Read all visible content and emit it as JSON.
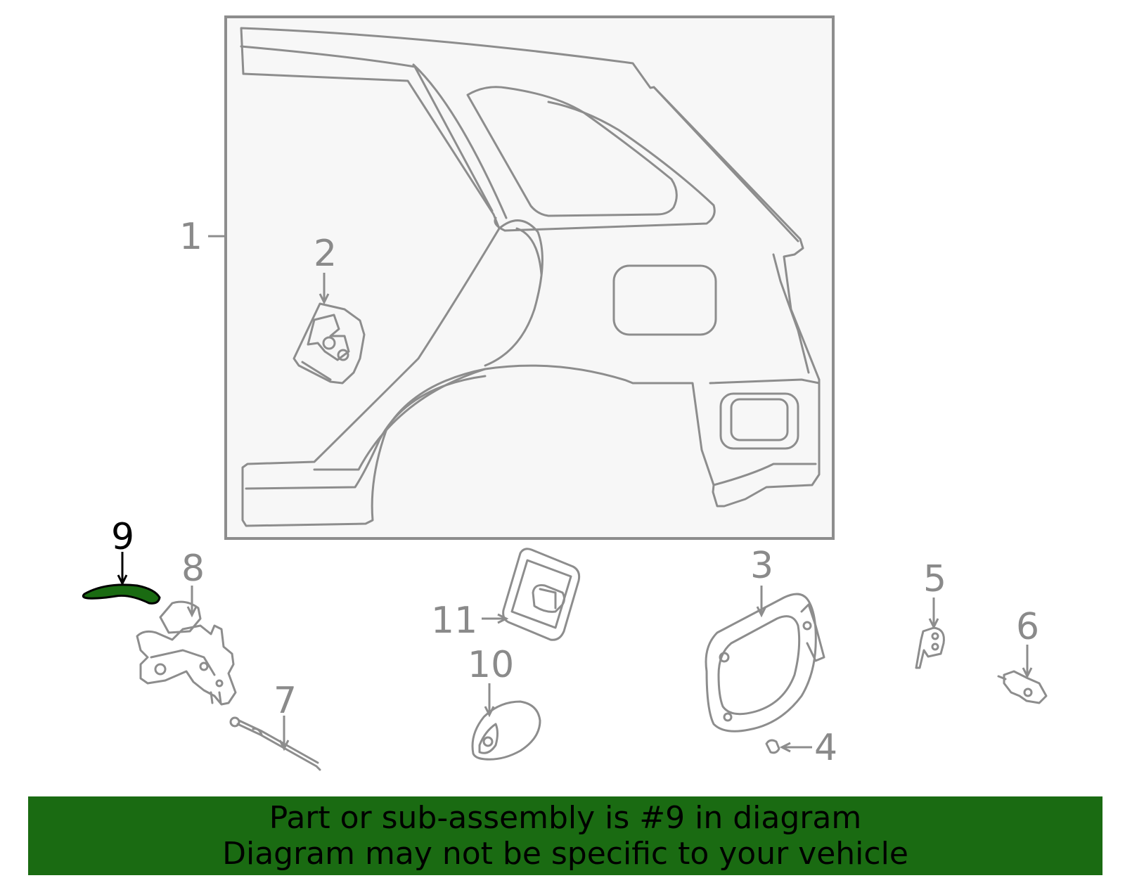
{
  "callouts": {
    "c1": "1",
    "c2": "2",
    "c3": "3",
    "c4": "4",
    "c5": "5",
    "c6": "6",
    "c7": "7",
    "c8": "8",
    "c9": "9",
    "c10": "10",
    "c11": "11"
  },
  "highlight": {
    "part_number": "9",
    "color": "#1a6b12",
    "label_color": "#000000"
  },
  "colors": {
    "line": "#8d8d8d",
    "inset_bg": "#f7f7f7",
    "banner_bg": "#1a6b12"
  },
  "banner": {
    "line1": "Part or sub-assembly is #9 in diagram",
    "line2": "Diagram may not be specific to your vehicle"
  }
}
